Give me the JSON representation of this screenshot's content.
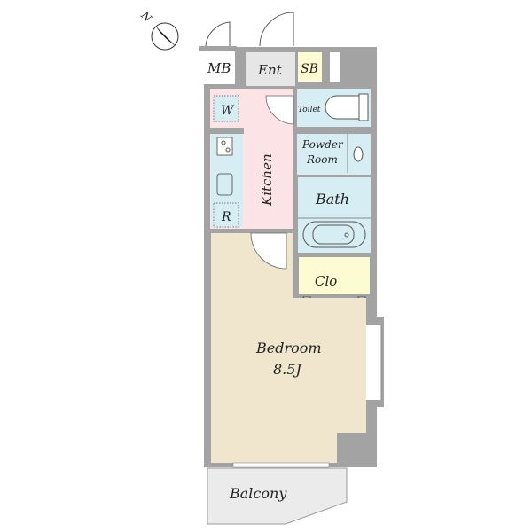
{
  "compass": {
    "label": "N",
    "icon": "north-arrow-icon"
  },
  "rooms": {
    "mb": "MB",
    "ent": "Ent",
    "sb": "SB",
    "w": "W",
    "toilet": "Toilet",
    "kitchen": "Kitchen",
    "powder_line1": "Powder",
    "powder_line2": "Room",
    "bath": "Bath",
    "r": "R",
    "clo": "Clo",
    "bedroom": "Bedroom",
    "bedroom_size": "8.5J",
    "balcony": "Balcony"
  },
  "colors": {
    "kitchen": "#fbe3e6",
    "wet": "#d6eef3",
    "storage": "#fdfbd2",
    "bedroom": "#efe6cd",
    "entrance": "#e6e6e6",
    "wall": "#a3a3a3"
  }
}
